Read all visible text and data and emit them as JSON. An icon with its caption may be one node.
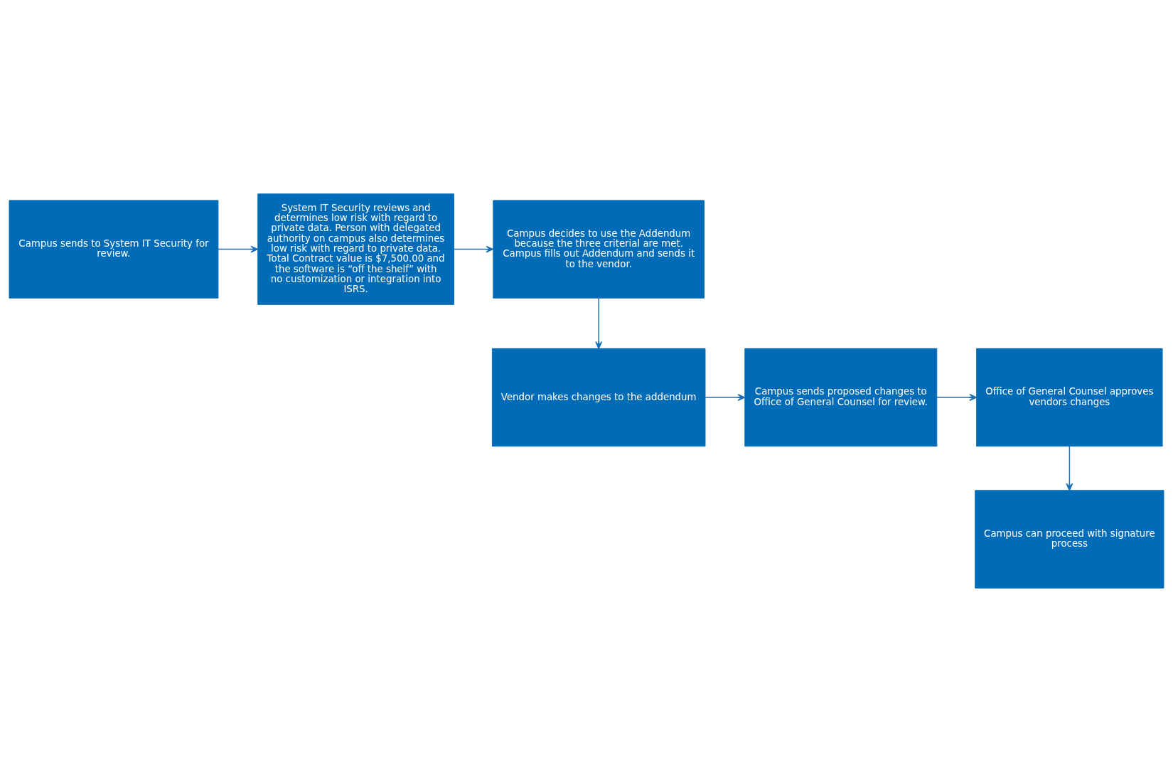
{
  "diagram": {
    "nodes": [
      {
        "text": [
          "Campus sends to System IT Security for review."
        ]
      },
      {
        "text": [
          "System IT Security reviews and determines low risk with regard to private data. Person with delegated authority on campus also determines low risk with regard to private data. Total Contract value is $7,500.00 and the software is “off the shelf” with no customization or integration into ISRS."
        ]
      },
      {
        "text": [
          "Campus decides to use the Addendum because the three criterial are met.  Campus fills out Addendum and sends it to the vendor."
        ]
      },
      {
        "text": [
          "Vendor makes changes to the addendum"
        ]
      },
      {
        "text": [
          "Campus sends proposed changes to Office of General Counsel for review."
        ]
      },
      {
        "text": [
          "Office of General Counsel approves vendors changes"
        ]
      },
      {
        "text": [
          "Campus can proceed with signature process"
        ]
      }
    ],
    "edges": [
      {
        "from": 0,
        "to": 1,
        "arrow": "to"
      },
      {
        "from": 1,
        "to": 2,
        "arrow": "to"
      },
      {
        "from": 2,
        "to": 3,
        "arrow": "to"
      },
      {
        "from": 3,
        "to": 4,
        "arrow": "to"
      },
      {
        "from": 4,
        "to": 5,
        "arrow": "to"
      },
      {
        "from": 5,
        "to": 6,
        "arrow": "to"
      }
    ]
  }
}
